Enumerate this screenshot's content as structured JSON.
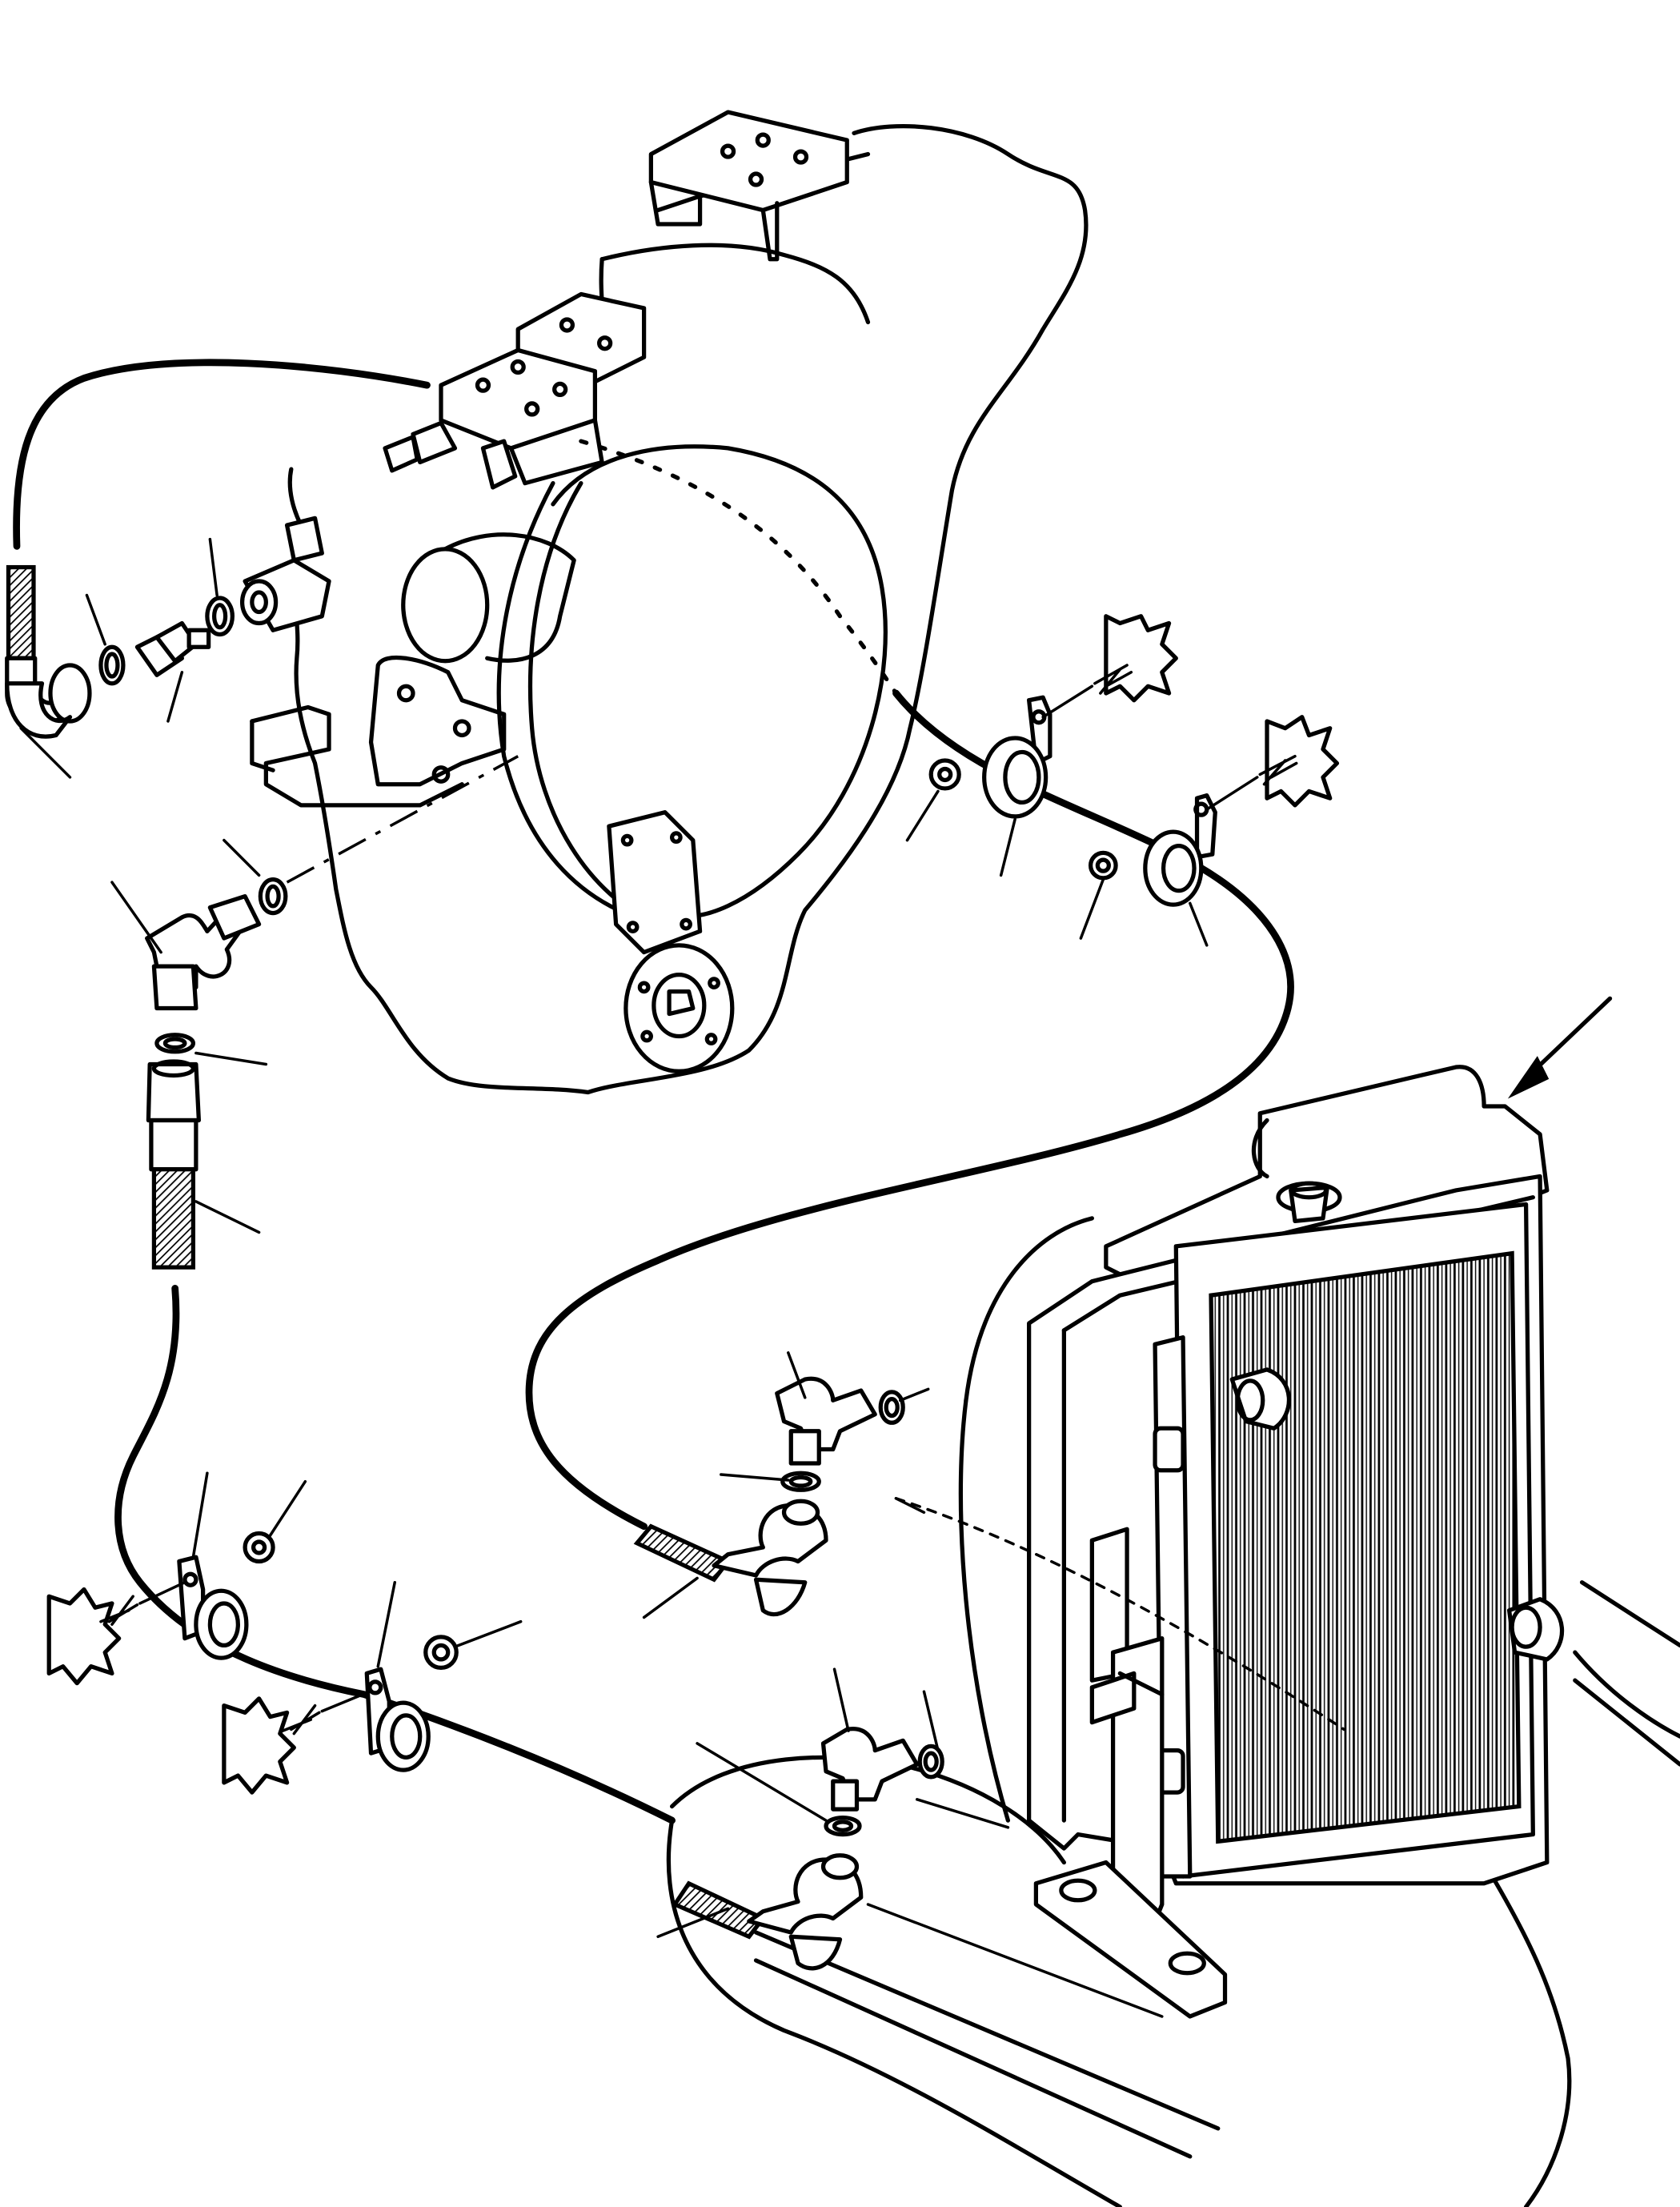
{
  "figure": {
    "domain": "parts-diagram",
    "callouts": [
      "left-hose-end",
      "o-ring",
      "adapter-upper-left",
      "o-ring-small",
      "elbow-left",
      "o-ring-left-lower",
      "hose-left-vertical",
      "clamp-upper-1",
      "nut-upper-1",
      "clamp-upper-2",
      "nut-upper-2",
      "clamp-lower-1",
      "nut-lower-1",
      "clamp-lower-2",
      "nut-lower-2",
      "elbow-radiator-upper",
      "o-ring-radiator-upper",
      "hose-end-radiator-upper",
      "elbow-radiator-lower",
      "o-ring-radiator-lower",
      "hose-end-radiator-lower"
    ],
    "indicator_arrow": "view-arrow"
  }
}
